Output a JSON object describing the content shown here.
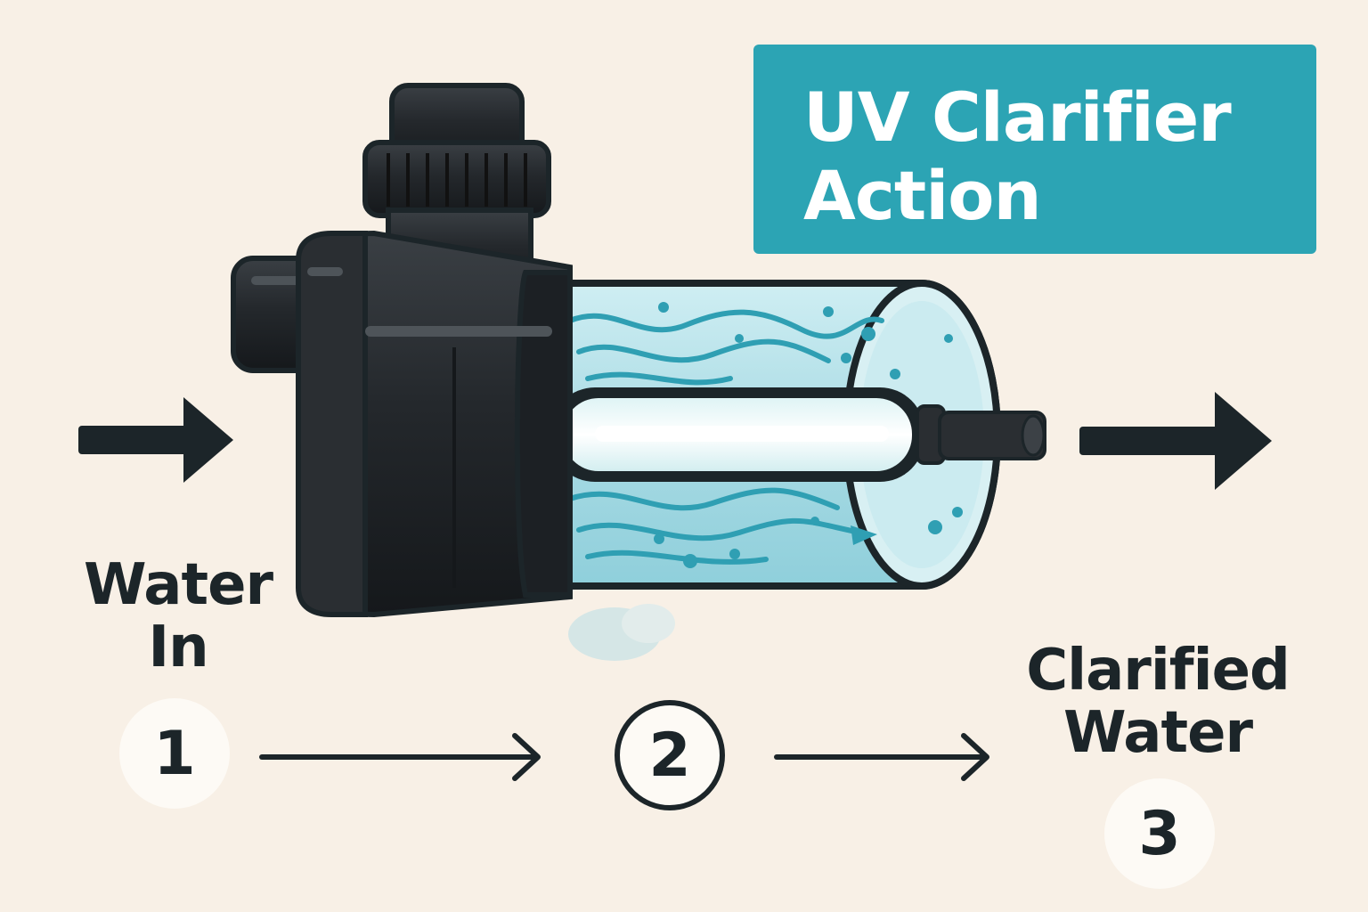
{
  "title": {
    "line1": "UV Clarifier",
    "line2": "Action"
  },
  "labels": {
    "inlet": [
      "Water",
      "In"
    ],
    "outlet": [
      "Clarified",
      "Water"
    ]
  },
  "steps": [
    "1",
    "2",
    "3"
  ],
  "colors": {
    "background": "#f8f0e6",
    "title_box": "#2ca4b4",
    "title_text": "#ffffff",
    "housing": "#262a2e",
    "water": "#bfe3ea",
    "water_wave": "#2f9fb3",
    "uv_lamp": "#f4fbfb",
    "ink": "#1c2529"
  },
  "icons": [
    "inlet-arrow-icon",
    "outlet-arrow-icon",
    "pump-housing-icon",
    "uv-chamber-icon",
    "uv-lamp-icon",
    "flow-arrow-icon"
  ]
}
